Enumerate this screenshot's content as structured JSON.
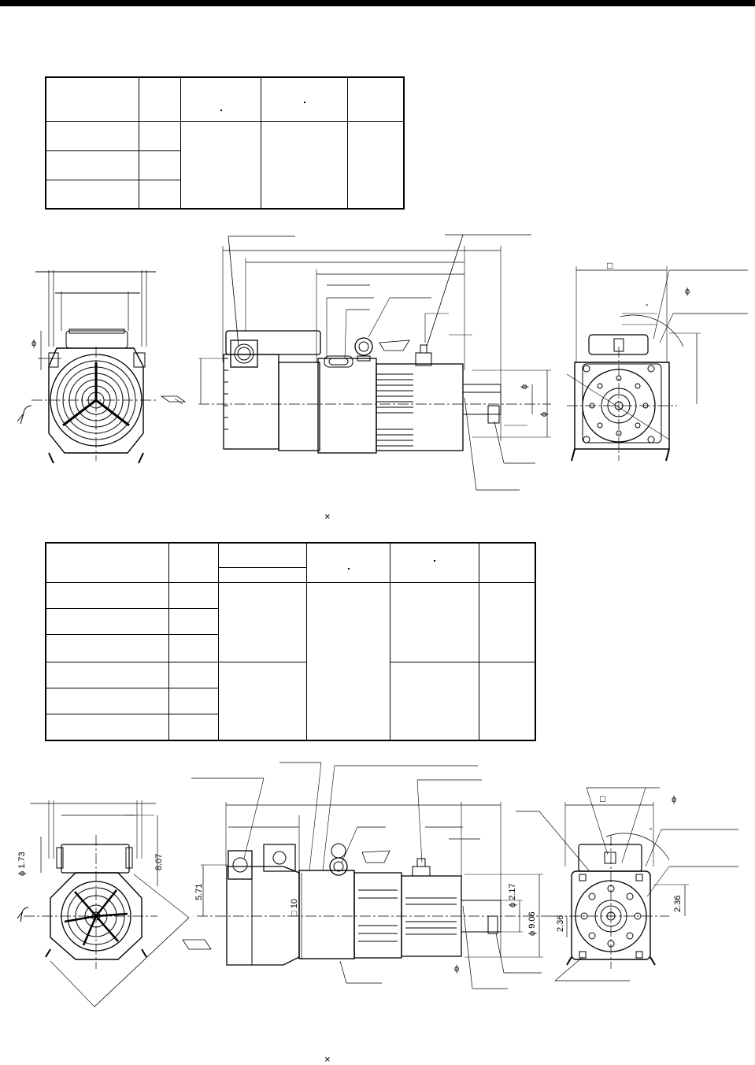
{
  "section1": {
    "scale_mark": "×"
  },
  "section2": {
    "scale_mark": "×",
    "dims": {
      "d_1_73": "ϕ 1.73",
      "d_8_07": "8.07",
      "d_5_71": "5.71",
      "d_10": "□ 10",
      "d_2_17": "ϕ 2.17",
      "d_9_06": "ϕ 9.06",
      "d_2_36_right": "2.36",
      "d_2_36_left": "2.36"
    }
  },
  "symbols": {
    "phi": "ϕ",
    "square": "□",
    "degree": "°"
  },
  "colors": {
    "line": "#000000",
    "background": "#ffffff"
  }
}
